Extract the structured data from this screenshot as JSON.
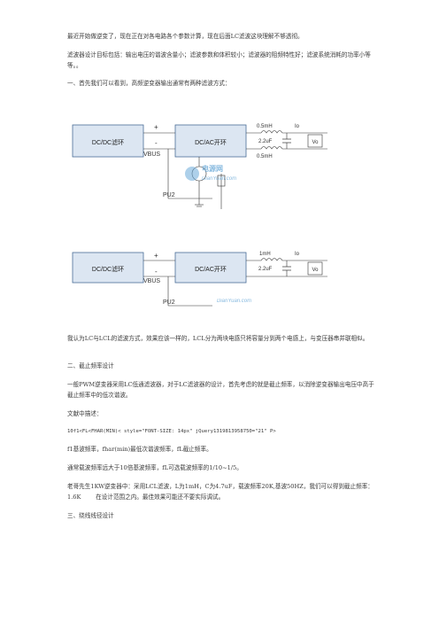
{
  "paragraphs": {
    "p1": "最近开始做逆变了，现在正在对各电路各个参数计算，现在后面LC滤波这块理解不够透彻。",
    "p2": "滤波器设计目标包括：输出电压的谐波含量小；滤波参数和体积较小；滤波器的阻频特性好；滤波系统消耗的功率小等等。。",
    "p3": "一、首先我们可以看到，高频逆变器输出通常有两种滤波方式：",
    "p4": "我认为LC与LCL的滤波方式，效果应该一样的，LCL分为两块电感只将容量分到两个电感上，与变压器串并联相似。",
    "p5": "二、截止频率设计",
    "p6": "一般PWM逆变器采用LC低通滤波器，对于LC滤波器的设计，首先考虑的就是截止频率，以消除逆变器输出电压中高于截止频率中的低次谐波。",
    "p7": "文献中描述：",
    "p8": "10f1<FL<FHAR(MIN)< style=\"FONT-SIZE: 14px\" jQuery1319813958750=\"21\" P>",
    "p9": "f1基波频率，fhar(min)最低次谐波频率，fL截止频率。",
    "p10": "通常载波频率远大于10倍基波频率，fL可选载波频率的1/10~1/5。",
    "p11": "老哥先生1KW逆变器中：采用LCL滤波，L为1mH，C为4.7uF，载波频率20K,基波50HZ，我们可以得到截止频率：1.6K        在设计范围之内。最佳效果可能还不要实际调试。",
    "p12": "三、绕线线径设计"
  },
  "figure1": {
    "dcdc": "DC/DC滤环",
    "dcac": "DC/AC开环",
    "plus": "+",
    "minus": "-",
    "vbus": "VBUS",
    "pu": "PU2",
    "l1": "0.5mH",
    "l2": "0.5mH",
    "cap": "2.2uF",
    "io": "Io",
    "vo": "Vo",
    "wm_cn": "电源网",
    "wm_en": "DianYuan.com"
  },
  "figure2": {
    "dcdc": "DC/DC滤环",
    "dcac": "DC/AC开环",
    "plus": "+",
    "minus": "-",
    "vbus": "VBUS",
    "pu": "PU2",
    "l1": "1mH",
    "cap": "2.2uF",
    "io": "Io",
    "vo": "Vo",
    "wm_en": "DianYuan.com"
  },
  "colors": {
    "block_fill": "#dce6f2",
    "block_stroke": "#4a6d96",
    "watermark": "#6aa9d8"
  }
}
